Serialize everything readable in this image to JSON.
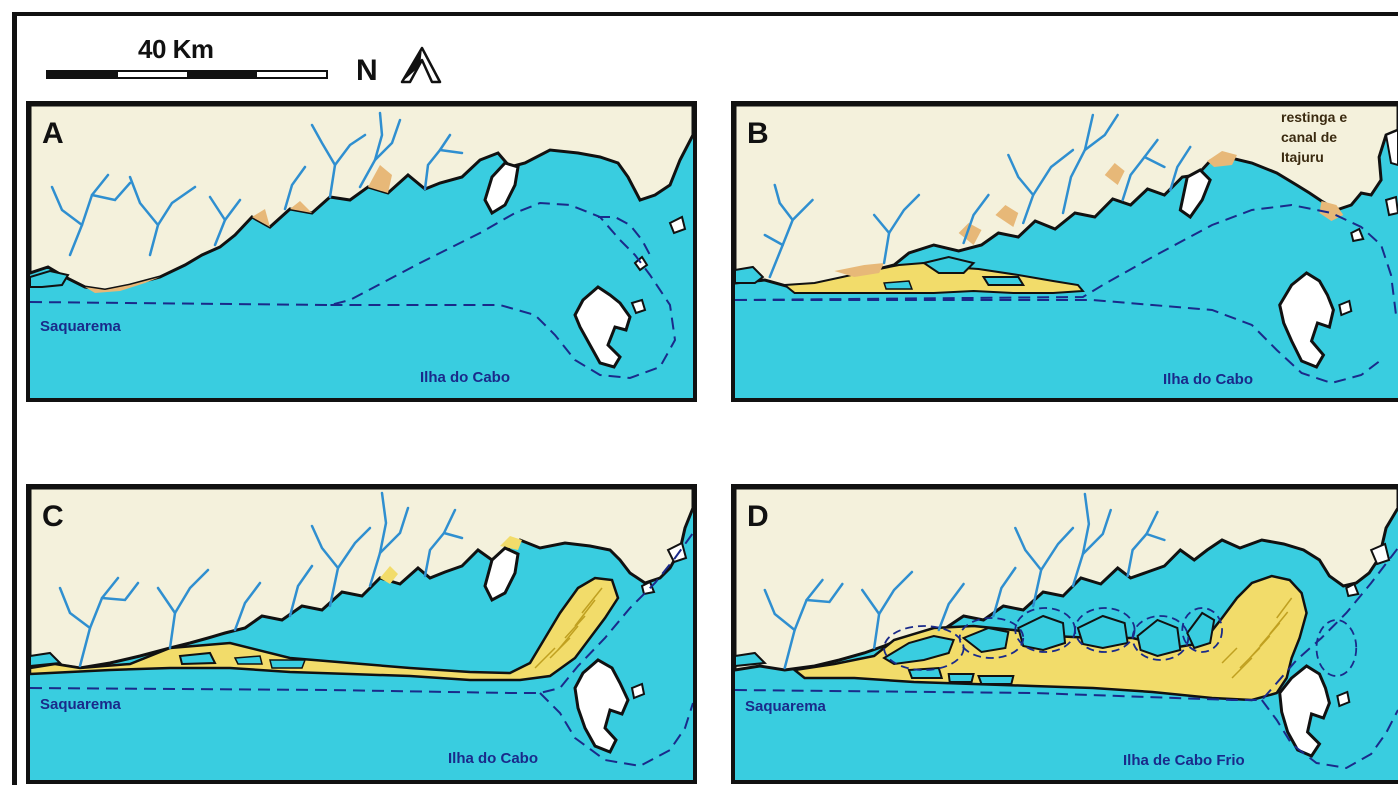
{
  "scale": {
    "label": "40 Km"
  },
  "north": {
    "label": "N"
  },
  "panels": {
    "a": {
      "letter": "A",
      "west_place": "Saquarema",
      "east_place": "Ilha do Cabo"
    },
    "b": {
      "letter": "B",
      "east_place": "Ilha do Cabo",
      "note": [
        "restinga e",
        "canal de",
        "Itajuru"
      ]
    },
    "c": {
      "letter": "C",
      "west_place": "Saquarema",
      "east_place": "Ilha do Cabo"
    },
    "d": {
      "letter": "D",
      "west_place": "Saquarema",
      "east_place": "Ilha de Cabo Frio"
    }
  },
  "colors": {
    "sea": "#39cde0",
    "land": "#f4f1dc",
    "sand_deposit": "#f2dc6a",
    "old_deposit": "#e7b878",
    "river": "#2f8fd0",
    "outline": "#111111"
  }
}
